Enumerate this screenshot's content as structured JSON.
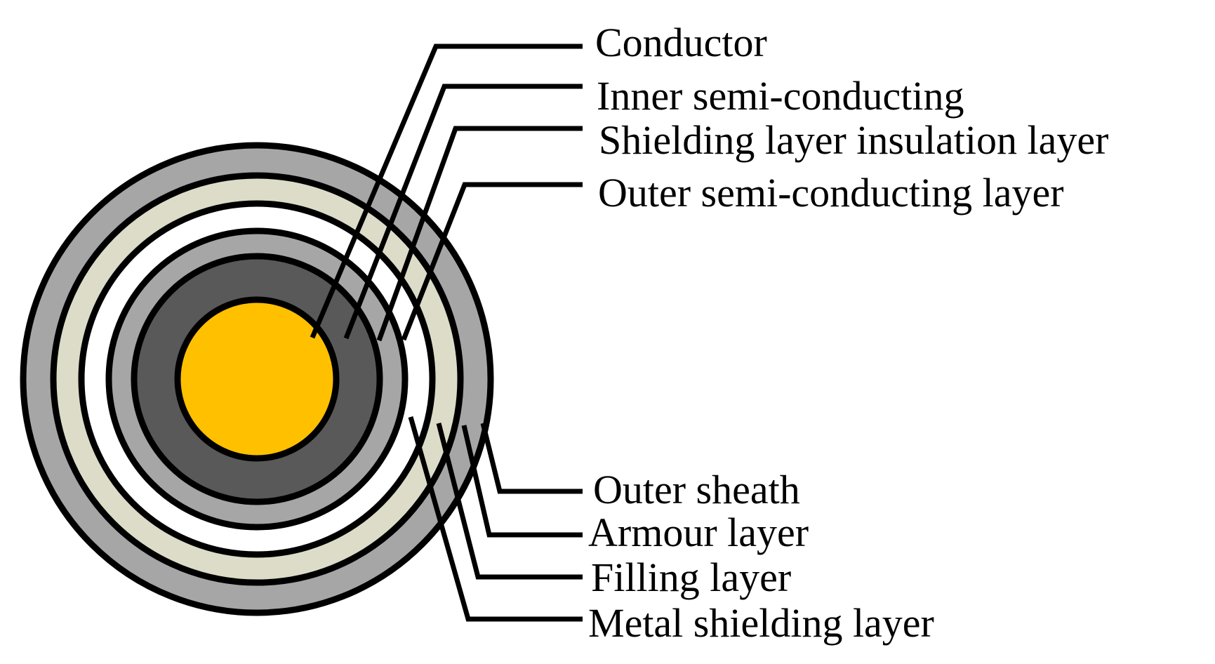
{
  "layers": [
    {
      "id": "outer-sheath",
      "color": "#a6a6a6"
    },
    {
      "id": "armour-layer",
      "color": "#dcdcc8"
    },
    {
      "id": "filling-layer",
      "color": "#ffffff"
    },
    {
      "id": "metal-shielding-layer",
      "color": "#a6a6a6"
    },
    {
      "id": "insulation-layer",
      "color": "#595959"
    },
    {
      "id": "conductor",
      "color": "#ffc000"
    }
  ],
  "labels": {
    "conductor": "Conductor",
    "inner_semi_conducting": "Inner semi-conducting",
    "shielding_insulation": "Shielding layer insulation layer",
    "outer_semi_conducting": "Outer semi-conducting layer",
    "outer_sheath": "Outer sheath",
    "armour_layer": "Armour layer",
    "filling_layer": "Filling layer",
    "metal_shielding_layer": "Metal shielding layer"
  }
}
